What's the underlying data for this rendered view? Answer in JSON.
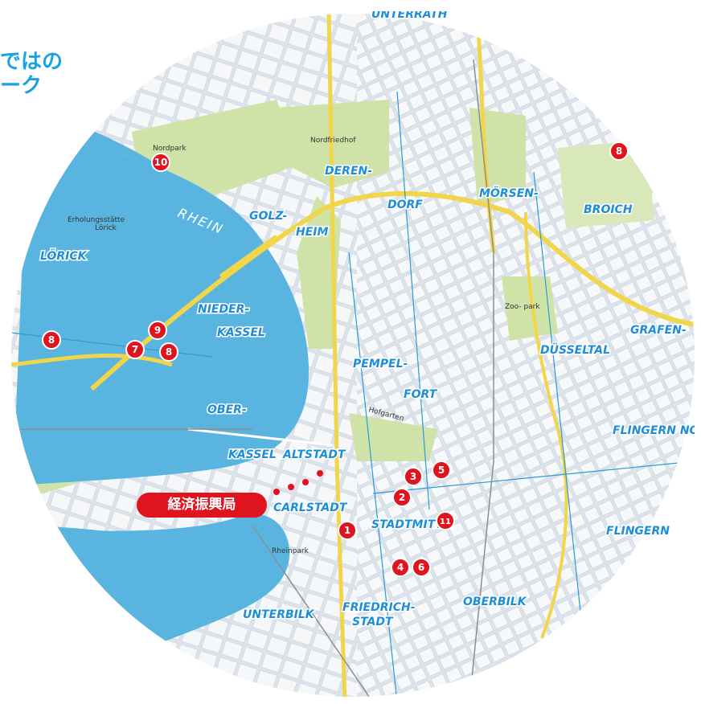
{
  "title": {
    "line1": "ではの",
    "line2": "ーク",
    "color": "#1aa3e0"
  },
  "office_label": "経済振興局",
  "colors": {
    "marker": "#e0141e",
    "river": "#5ab4e0",
    "park": "#cfe3a8",
    "district_label": "#1d8ed6",
    "road_major": "#f1d54a"
  },
  "districts": [
    {
      "id": "unterrath",
      "label": "UNTERRATH"
    },
    {
      "id": "derendorf1",
      "label": "DEREN-"
    },
    {
      "id": "derendorf2",
      "label": "DORF"
    },
    {
      "id": "golzheim1",
      "label": "GOLZ-"
    },
    {
      "id": "golzheim2",
      "label": "HEIM"
    },
    {
      "id": "moersenbroich1",
      "label": "MÖRSEN-"
    },
    {
      "id": "moersenbroich2",
      "label": "BROICH"
    },
    {
      "id": "loerick",
      "label": "LÖRICK"
    },
    {
      "id": "niederkassel1",
      "label": "NIEDER-"
    },
    {
      "id": "niederkassel2",
      "label": "KASSEL"
    },
    {
      "id": "pempelfort1",
      "label": "PEMPEL-"
    },
    {
      "id": "pempelfort2",
      "label": "FORT"
    },
    {
      "id": "grafenberg",
      "label": "GRAFEN-"
    },
    {
      "id": "duesseltal",
      "label": "DÜSSELTAL"
    },
    {
      "id": "oberkassel1",
      "label": "OBER-"
    },
    {
      "id": "oberkassel2",
      "label": "KASSEL"
    },
    {
      "id": "altstadt",
      "label": "ALTSTADT"
    },
    {
      "id": "flingernnord",
      "label": "FLINGERN NORD"
    },
    {
      "id": "carlstadt",
      "label": "CARLSTADT"
    },
    {
      "id": "stadtmitte",
      "label": "STADTMITTE"
    },
    {
      "id": "flingern",
      "label": "FLINGERN"
    },
    {
      "id": "oberbilk",
      "label": "OBERBILK"
    },
    {
      "id": "unterbilk",
      "label": "UNTERBILK"
    },
    {
      "id": "friedrichstadt1",
      "label": "FRIEDRICH-"
    },
    {
      "id": "friedrichstadt2",
      "label": "STADT"
    }
  ],
  "river": {
    "label": "RHEIN"
  },
  "small_labels": {
    "nordpark": "Nordpark",
    "nordfriedhof": "Nordfriedhof",
    "erholungsstaette": "Erholungsstätte",
    "loerick_small": "Lörick",
    "zoopark": "Zoo-\npark",
    "rheinpark": "Rheinpark",
    "hofgarten": "Hofgarten"
  },
  "markers": [
    {
      "id": "m10a",
      "label": "10"
    },
    {
      "id": "m8a",
      "label": "8"
    },
    {
      "id": "m8b",
      "label": "8"
    },
    {
      "id": "m9",
      "label": "9"
    },
    {
      "id": "m7",
      "label": "7"
    },
    {
      "id": "m8c",
      "label": "8"
    },
    {
      "id": "m3",
      "label": "3"
    },
    {
      "id": "m5",
      "label": "5"
    },
    {
      "id": "m2",
      "label": "2"
    },
    {
      "id": "m1",
      "label": "1"
    },
    {
      "id": "m11",
      "label": "11"
    },
    {
      "id": "m4",
      "label": "4"
    },
    {
      "id": "m6",
      "label": "6"
    }
  ]
}
